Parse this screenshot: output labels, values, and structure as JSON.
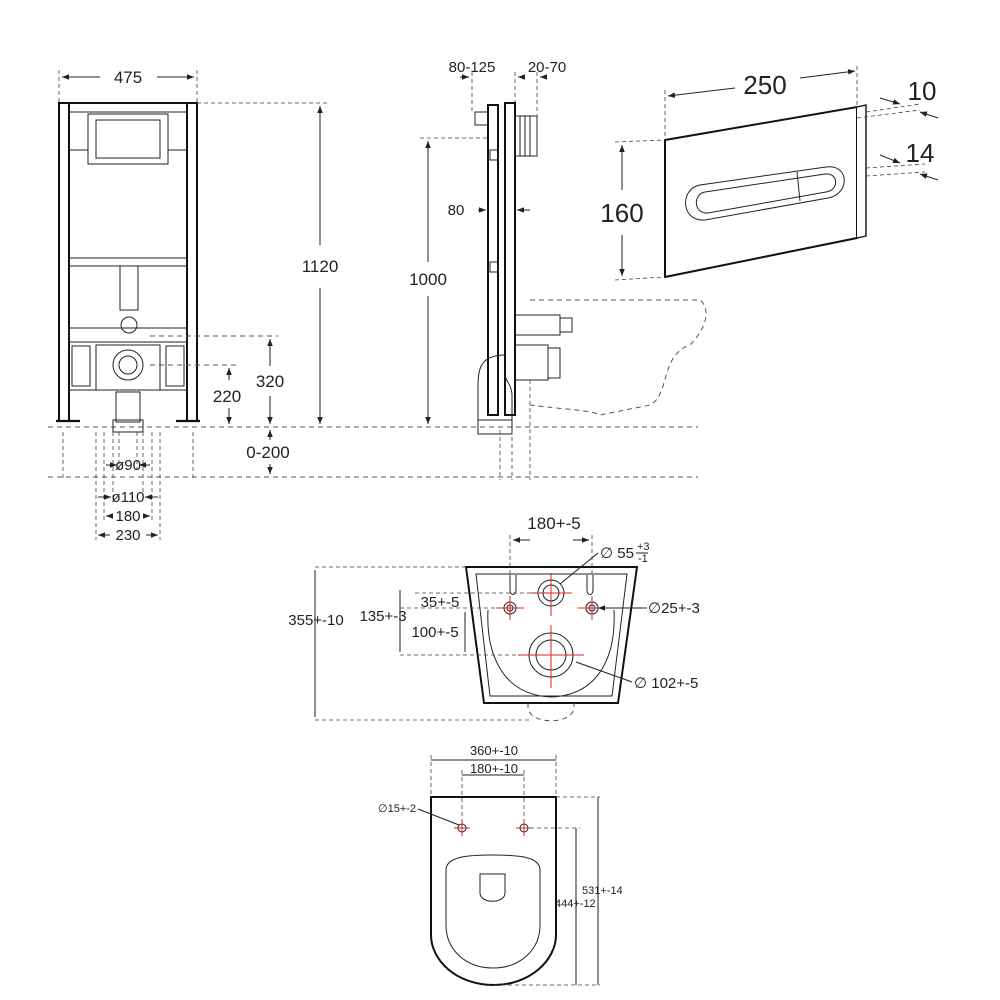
{
  "frame_front": {
    "width": "475",
    "height": "1120",
    "h_320": "320",
    "h_220": "220",
    "floor_range": "0-200",
    "d_90": "ø90",
    "d_110": "ø110",
    "w_180": "180",
    "w_230": "230"
  },
  "frame_side": {
    "depth_range": "80-125",
    "wall_range": "20-70",
    "d_80": "80",
    "h_1000": "1000"
  },
  "flush_plate": {
    "width": "250",
    "height": "160",
    "thickness_10": "10",
    "thickness_14": "14"
  },
  "pan_rear": {
    "w_180": "180+-5",
    "d_55": "∅ 55",
    "d_55_tol_up": "+3",
    "d_55_tol_down": "-1",
    "d_25": "∅25+-3",
    "h_35": "35+-5",
    "h_135": "135+-3",
    "h_100": "100+-5",
    "h_355": "355+-10",
    "d_102": "∅ 102+-5"
  },
  "pan_top": {
    "w_360": "360+-10",
    "w_180": "180+-10",
    "d_15": "∅15+-2",
    "l_531": "531+-14",
    "l_444": "444+-12"
  },
  "colors": {
    "line": "#111111",
    "centerline": "#dd2222",
    "background": "#ffffff"
  }
}
